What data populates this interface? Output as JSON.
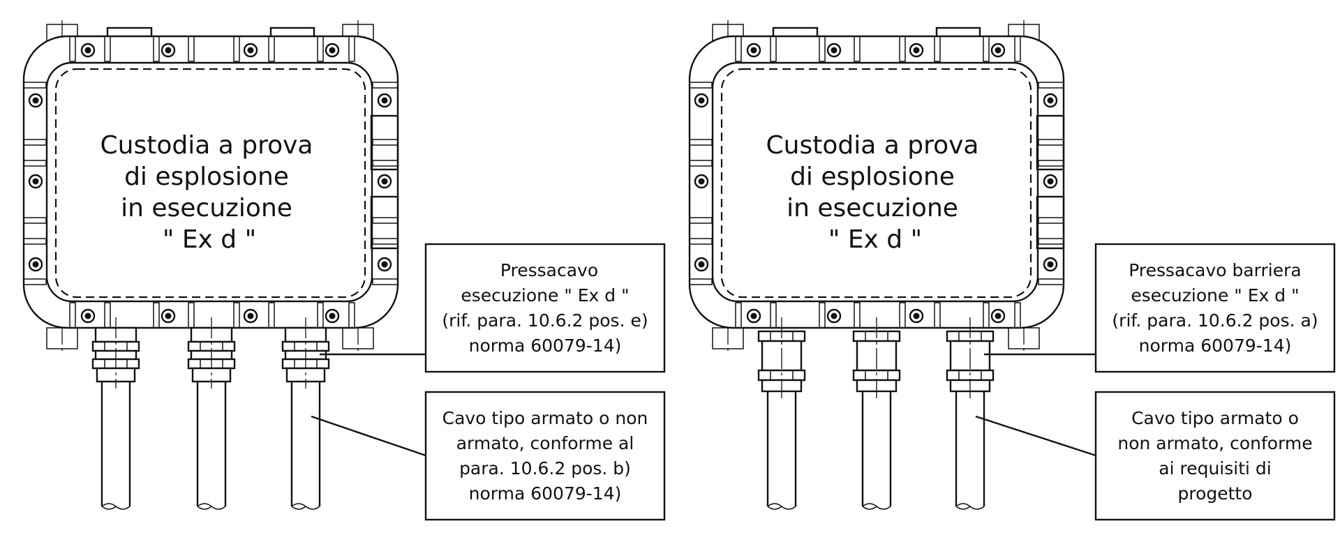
{
  "panels": [
    {
      "id": "left",
      "enclosure_text": [
        "Custodia a prova",
        "di esplosione",
        "in esecuzione",
        "\" Ex d \""
      ],
      "gland_type": "standard",
      "gland_label": [
        "Pressacavo",
        "esecuzione \" Ex d \"",
        "(rif. para. 10.6.2  pos. e)",
        "norma 60079-14)"
      ],
      "cable_label": [
        "Cavo tipo armato o non",
        "armato, conforme al",
        "para. 10.6.2 pos. b)",
        "norma 60079-14)"
      ]
    },
    {
      "id": "right",
      "enclosure_text": [
        "Custodia a prova",
        "di esplosione",
        "in esecuzione",
        "\" Ex d \""
      ],
      "gland_type": "barrier",
      "gland_label": [
        "Pressacavo barriera",
        "esecuzione \" Ex d \"",
        "(rif. para. 10.6.2  pos. a)",
        "norma 60079-14)"
      ],
      "cable_label": [
        "Cavo tipo armato o",
        "non armato, conforme",
        "ai requisiti di",
        "progetto"
      ]
    }
  ]
}
